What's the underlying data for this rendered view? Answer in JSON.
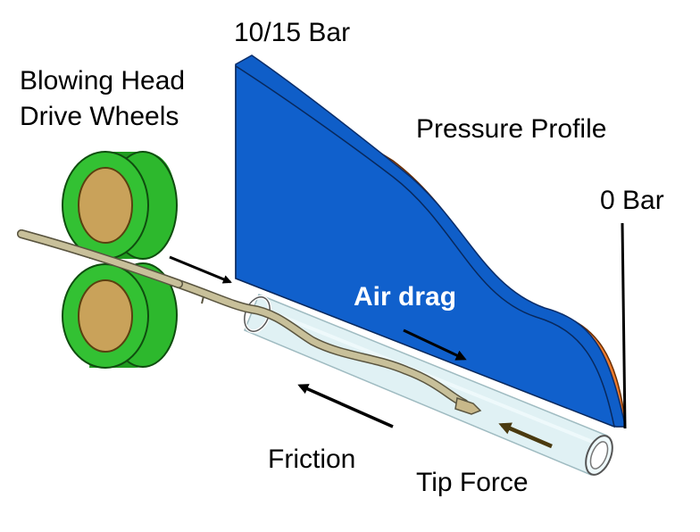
{
  "labels": {
    "blowing_head": "Blowing Head",
    "drive_wheels": "Drive Wheels",
    "high_pressure": "10/15 Bar",
    "pressure_profile": "Pressure Profile",
    "zero_pressure": "0 Bar",
    "air_drag": "Air drag",
    "friction": "Friction",
    "tip_force": "Tip Force"
  },
  "colors": {
    "pressure_face": "#1060cc",
    "pressure_edge": "#ee7b2c",
    "wheel_body": "#2db82d",
    "wheel_hub": "#c9a25a",
    "cable": "#c8c09a",
    "duct": "#dff1f4",
    "arrow_dark": "#000000",
    "arrow_tip": "#4a3a10"
  }
}
